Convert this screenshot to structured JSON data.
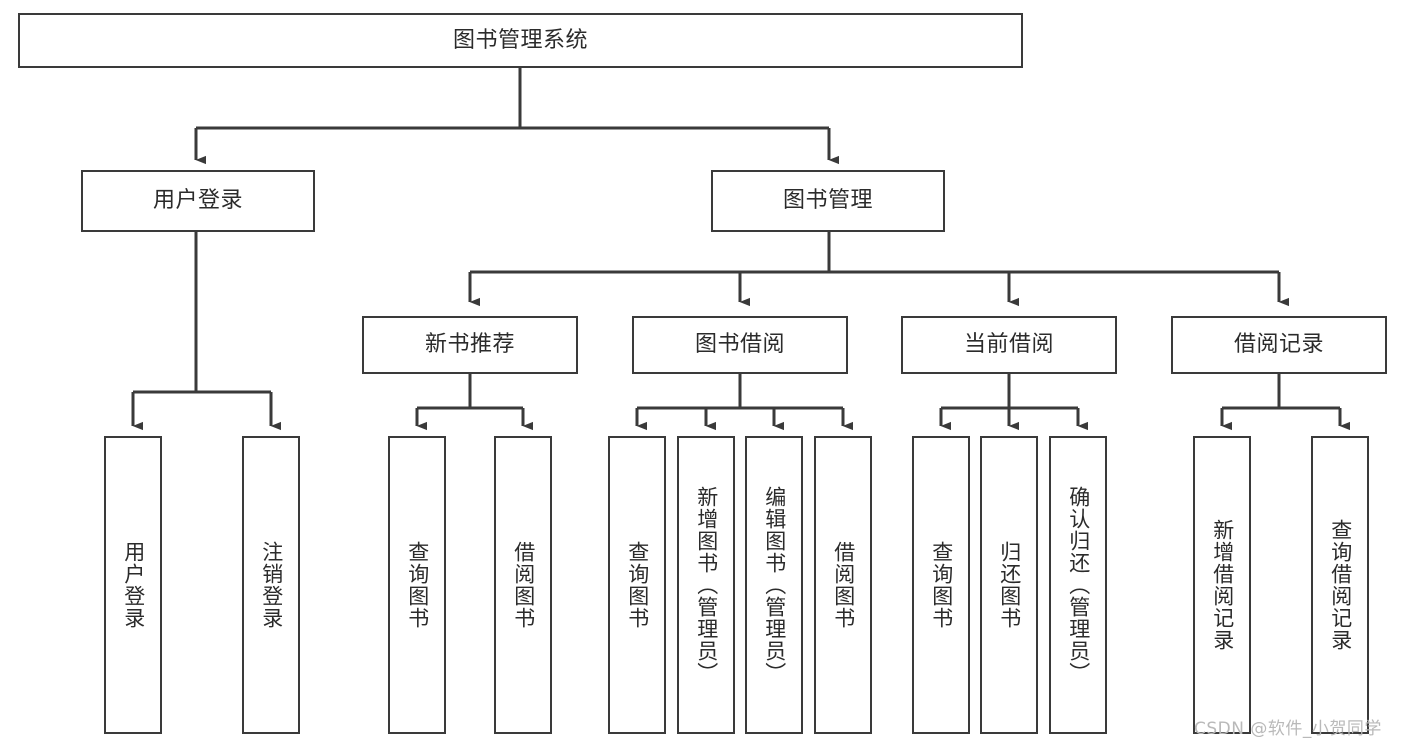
{
  "diagram": {
    "type": "tree",
    "title": "图书管理系统",
    "orientation": "top-down",
    "style": {
      "box_border_color": "#3a3a3a",
      "box_fill_color": "#ffffff",
      "edge_color": "#3a3a3a",
      "text_color": "#2b2b2b",
      "background": "#ffffff"
    },
    "nodes": {
      "root": {
        "label": "图书管理系统"
      },
      "level2": [
        {
          "id": "user-login",
          "label": "用户登录"
        },
        {
          "id": "book-manage",
          "label": "图书管理"
        }
      ],
      "level3": [
        {
          "id": "new-book-recommend",
          "label": "新书推荐"
        },
        {
          "id": "book-borrow",
          "label": "图书借阅"
        },
        {
          "id": "current-borrow",
          "label": "当前借阅"
        },
        {
          "id": "borrow-record",
          "label": "借阅记录"
        }
      ],
      "leaves": [
        {
          "id": "leaf-user-login",
          "parent": "user-login",
          "label": "用户登录"
        },
        {
          "id": "leaf-logout",
          "parent": "user-login",
          "label": "注销登录"
        },
        {
          "id": "leaf-query-book-1",
          "parent": "new-book-recommend",
          "label": "查询图书"
        },
        {
          "id": "leaf-borrow-book-1",
          "parent": "new-book-recommend",
          "label": "借阅图书"
        },
        {
          "id": "leaf-query-book-2",
          "parent": "book-borrow",
          "label": "查询图书"
        },
        {
          "id": "leaf-add-book",
          "parent": "book-borrow",
          "label": "新增图书（管理员）"
        },
        {
          "id": "leaf-edit-book",
          "parent": "book-borrow",
          "label": "编辑图书（管理员）"
        },
        {
          "id": "leaf-borrow-book-2",
          "parent": "book-borrow",
          "label": "借阅图书"
        },
        {
          "id": "leaf-query-book-3",
          "parent": "current-borrow",
          "label": "查询图书"
        },
        {
          "id": "leaf-return-book",
          "parent": "current-borrow",
          "label": "归还图书"
        },
        {
          "id": "leaf-confirm-return",
          "parent": "current-borrow",
          "label": "确认归还（管理员）"
        },
        {
          "id": "leaf-add-record",
          "parent": "borrow-record",
          "label": "新增借阅记录"
        },
        {
          "id": "leaf-query-record",
          "parent": "borrow-record",
          "label": "查询借阅记录"
        }
      ]
    }
  },
  "watermark": {
    "text": "CSDN @软件_小贺同学"
  }
}
